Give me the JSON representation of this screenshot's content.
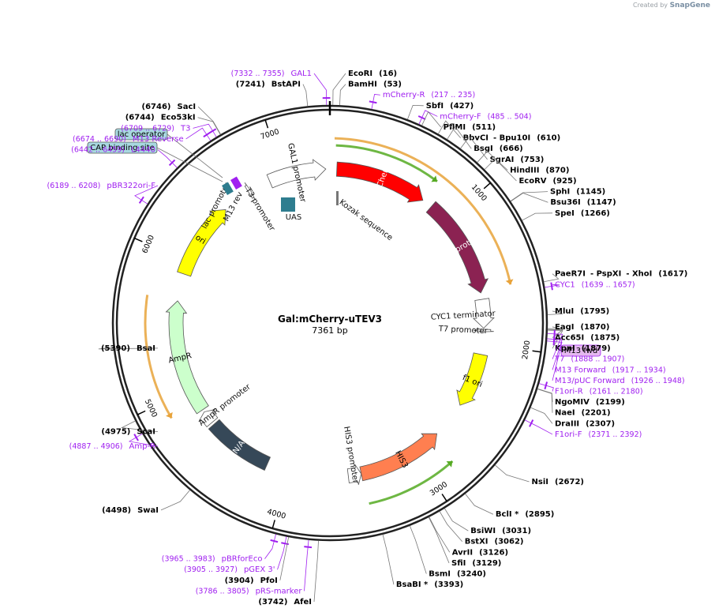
{
  "credit": {
    "prefix": "Created by",
    "brand": "SnapGene"
  },
  "plasmid": {
    "name": "Gal:mCherry-uTEV3",
    "length": 7361,
    "length_label": "7361 bp"
  },
  "ticks": [
    {
      "pos": 1000,
      "label": "1000"
    },
    {
      "pos": 2000,
      "label": "2000"
    },
    {
      "pos": 3000,
      "label": "3000"
    },
    {
      "pos": 4000,
      "label": "4000"
    },
    {
      "pos": 5000,
      "label": "5000"
    },
    {
      "pos": 6000,
      "label": "6000"
    },
    {
      "pos": 7000,
      "label": "7000"
    }
  ],
  "features": [
    {
      "id": "mcherry",
      "label": "mCherry",
      "start": 53,
      "end": 760,
      "dir": 1,
      "ring": 0,
      "color": "#ff0000",
      "text": "#ffffff"
    },
    {
      "id": "tev-protease",
      "label": "TEV protease",
      "start": 840,
      "end": 1610,
      "dir": 1,
      "ring": 0,
      "color": "#8b2252",
      "text": "#ffffff"
    },
    {
      "id": "cyc1-terminator",
      "label": "CYC1 terminator",
      "start": 1660,
      "end": 1880,
      "dir": 1,
      "ring": 0,
      "color": "#ffffff",
      "text": "#000000"
    },
    {
      "id": "t7-promoter",
      "label": "T7 promoter",
      "start": 1888,
      "end": 1907,
      "dir": 1,
      "ring": 0,
      "color": "#ffffff",
      "text": "#000000"
    },
    {
      "id": "f1-ori",
      "label": "f1 ori",
      "start": 2080,
      "end": 2500,
      "dir": 1,
      "ring": 0,
      "color": "#ffff00",
      "text": "#000000"
    },
    {
      "id": "his3",
      "label": "HIS3",
      "start": 2780,
      "end": 3440,
      "dir": -1,
      "ring": 0,
      "color": "#ff7f50",
      "text": "#000000"
    },
    {
      "id": "his3-promoter",
      "label": "HIS3 promoter",
      "start": 3440,
      "end": 3540,
      "dir": -1,
      "ring": 0,
      "color": "#ffffff",
      "text": "#000000"
    },
    {
      "id": "cen-ars",
      "label": "CEN/ARS",
      "start": 4170,
      "end": 4680,
      "dir": 0,
      "ring": 0,
      "color": "#364858",
      "text": "#ffffff"
    },
    {
      "id": "ampr-promoter",
      "label": "AmpR promoter",
      "start": 4700,
      "end": 4800,
      "dir": 1,
      "ring": 0,
      "color": "#ffffff",
      "text": "#000000"
    },
    {
      "id": "ampr",
      "label": "AmpR",
      "start": 4820,
      "end": 5690,
      "dir": 1,
      "ring": 0,
      "color": "#ccffcc",
      "text": "#000000"
    },
    {
      "id": "ori",
      "label": "ori",
      "start": 5900,
      "end": 6490,
      "dir": 1,
      "ring": 0,
      "color": "#ffff00",
      "text": "#000000"
    },
    {
      "id": "t3-promoter",
      "label": "T3 promoter",
      "start": 6709,
      "end": 6729,
      "dir": 1,
      "ring": 0,
      "color": "#ffffff",
      "text": "#000000"
    },
    {
      "id": "gal1-promoter",
      "label": "GAL1 promoter",
      "start": 6890,
      "end": 7330,
      "dir": 1,
      "ring": 0,
      "color": "#ffffff",
      "text": "#000000"
    }
  ],
  "orfs": [
    {
      "start": 30,
      "end": 1595,
      "dir": 1,
      "ring": 1,
      "color": "#e8a33a"
    },
    {
      "start": 40,
      "end": 760,
      "dir": 1,
      "ring": 2,
      "color": "#55aa22"
    },
    {
      "start": 2830,
      "end": 3430,
      "dir": -1,
      "ring": 1,
      "color": "#55aa22"
    },
    {
      "start": 4887,
      "end": 5700,
      "dir": -1,
      "ring": 1,
      "color": "#e8a33a"
    }
  ],
  "small_labels": [
    {
      "text": "UAS",
      "color": "#2e8b9a"
    },
    {
      "text": "Kozak sequence",
      "color": "#000000"
    },
    {
      "text": "lac promoter",
      "color": "#000000"
    },
    {
      "text": "M13 rev",
      "color": "#000000"
    },
    {
      "text": "lac operator",
      "color": "#a8d8e0"
    },
    {
      "text": "CAP binding site",
      "color": "#a8d8e0"
    },
    {
      "text": "M13 fwd",
      "color": "#e5b8f0"
    }
  ],
  "sites": [
    {
      "name": "EcoRI",
      "pos_label": "(16)",
      "pos": 16,
      "kind": "enzyme"
    },
    {
      "name": "BamHI",
      "pos_label": "(53)",
      "pos": 53,
      "kind": "enzyme"
    },
    {
      "name": "mCherry-R",
      "pos_label": "(217 .. 235)",
      "pos": 226,
      "kind": "primer"
    },
    {
      "name": "SbfI",
      "pos_label": "(427)",
      "pos": 427,
      "kind": "enzyme"
    },
    {
      "name": "mCherry-F",
      "pos_label": "(485 .. 504)",
      "pos": 494,
      "kind": "primer"
    },
    {
      "name": "PflMI",
      "pos_label": "(511)",
      "pos": 511,
      "kind": "enzyme"
    },
    {
      "name": "BbvCI",
      "name2": "Bpu10I",
      "pos_label": "(610)",
      "pos": 610,
      "kind": "enzyme"
    },
    {
      "name": "BsgI",
      "pos_label": "(666)",
      "pos": 666,
      "kind": "enzyme"
    },
    {
      "name": "SgrAI",
      "pos_label": "(753)",
      "pos": 753,
      "kind": "enzyme"
    },
    {
      "name": "HindIII",
      "pos_label": "(870)",
      "pos": 870,
      "kind": "enzyme"
    },
    {
      "name": "EcoRV",
      "pos_label": "(925)",
      "pos": 925,
      "kind": "enzyme"
    },
    {
      "name": "SphI",
      "pos_label": "(1145)",
      "pos": 1145,
      "kind": "enzyme"
    },
    {
      "name": "Bsu36I",
      "pos_label": "(1147)",
      "pos": 1147,
      "kind": "enzyme"
    },
    {
      "name": "SpeI",
      "pos_label": "(1266)",
      "pos": 1266,
      "kind": "enzyme"
    },
    {
      "name": "PaeR7I",
      "name2": "PspXI",
      "name3": "XhoI",
      "pos_label": "(1617)",
      "pos": 1617,
      "kind": "enzyme"
    },
    {
      "name": "CYC1",
      "pos_label": "(1639 .. 1657)",
      "pos": 1648,
      "kind": "primer"
    },
    {
      "name": "MluI",
      "pos_label": "(1795)",
      "pos": 1795,
      "kind": "enzyme"
    },
    {
      "name": "EagI",
      "pos_label": "(1870)",
      "pos": 1870,
      "kind": "enzyme"
    },
    {
      "name": "Acc65I",
      "pos_label": "(1875)",
      "pos": 1875,
      "kind": "enzyme"
    },
    {
      "name": "KpnI",
      "pos_label": "(1879)",
      "pos": 1879,
      "kind": "enzyme"
    },
    {
      "name": "T7",
      "pos_label": "(1888 .. 1907)",
      "pos": 1897,
      "kind": "primer"
    },
    {
      "name": "M13 Forward",
      "pos_label": "(1917 .. 1934)",
      "pos": 1925,
      "kind": "primer"
    },
    {
      "name": "M13/pUC Forward",
      "pos_label": "(1926 .. 1948)",
      "pos": 1937,
      "kind": "primer"
    },
    {
      "name": "F1ori-R",
      "pos_label": "(2161 .. 2180)",
      "pos": 2170,
      "kind": "primer"
    },
    {
      "name": "NgoMIV",
      "pos_label": "(2199)",
      "pos": 2199,
      "kind": "enzyme"
    },
    {
      "name": "NaeI",
      "pos_label": "(2201)",
      "pos": 2201,
      "kind": "enzyme"
    },
    {
      "name": "DraIII",
      "pos_label": "(2307)",
      "pos": 2307,
      "kind": "enzyme"
    },
    {
      "name": "F1ori-F",
      "pos_label": "(2371 .. 2392)",
      "pos": 2381,
      "kind": "primer"
    },
    {
      "name": "NsiI",
      "pos_label": "(2672)",
      "pos": 2672,
      "kind": "enzyme"
    },
    {
      "name": "BclI *",
      "pos_label": "(2895)",
      "pos": 2895,
      "kind": "enzyme"
    },
    {
      "name": "BsiWI",
      "pos_label": "(3031)",
      "pos": 3031,
      "kind": "enzyme"
    },
    {
      "name": "BstXI",
      "pos_label": "(3062)",
      "pos": 3062,
      "kind": "enzyme"
    },
    {
      "name": "AvrII",
      "pos_label": "(3126)",
      "pos": 3126,
      "kind": "enzyme"
    },
    {
      "name": "SfiI",
      "pos_label": "(3129)",
      "pos": 3129,
      "kind": "enzyme"
    },
    {
      "name": "BsmI",
      "pos_label": "(3240)",
      "pos": 3240,
      "kind": "enzyme"
    },
    {
      "name": "BsaBI *",
      "pos_label": "(3393)",
      "pos": 3393,
      "kind": "enzyme"
    },
    {
      "name": "AfeI",
      "pos_label": "(3742)",
      "pos": 3742,
      "kind": "enzyme"
    },
    {
      "name": "PfoI",
      "pos_label": "(3904)",
      "pos": 3904,
      "kind": "enzyme"
    },
    {
      "name": "pRS-marker",
      "pos_label": "(3786 .. 3805)",
      "pos": 3795,
      "kind": "primer"
    },
    {
      "name": "pGEX 3'",
      "pos_label": "(3905 .. 3927)",
      "pos": 3916,
      "kind": "primer"
    },
    {
      "name": "pBRforEco",
      "pos_label": "(3965 .. 3983)",
      "pos": 3974,
      "kind": "primer"
    },
    {
      "name": "SwaI",
      "pos_label": "(4498)",
      "pos": 4498,
      "kind": "enzyme"
    },
    {
      "name": "Amp-R",
      "pos_label": "(4887 .. 4906)",
      "pos": 4896,
      "kind": "primer"
    },
    {
      "name": "ScaI",
      "pos_label": "(4975)",
      "pos": 4975,
      "kind": "enzyme"
    },
    {
      "name": "BsaI",
      "pos_label": "(5390)",
      "pos": 5390,
      "kind": "enzyme"
    },
    {
      "name": "pBR322ori-F",
      "pos_label": "(6189 .. 6208)",
      "pos": 6198,
      "kind": "primer"
    },
    {
      "name": "L4440",
      "pos_label": "(6442 .. 6459)",
      "pos": 6450,
      "kind": "primer"
    },
    {
      "name": "M13 Reverse",
      "pos_label": "(6674 .. 6690)",
      "pos": 6682,
      "kind": "primer"
    },
    {
      "name": "T3",
      "pos_label": "(6709 .. 6729)",
      "pos": 6719,
      "kind": "primer"
    },
    {
      "name": "Eco53kI",
      "pos_label": "(6744)",
      "pos": 6744,
      "kind": "enzyme"
    },
    {
      "name": "SacI",
      "pos_label": "(6746)",
      "pos": 6746,
      "kind": "enzyme"
    },
    {
      "name": "BstAPI",
      "pos_label": "(7241)",
      "pos": 7241,
      "kind": "enzyme"
    },
    {
      "name": "GAL1",
      "pos_label": "(7332 .. 7355)",
      "pos": 7343,
      "kind": "primer"
    }
  ]
}
